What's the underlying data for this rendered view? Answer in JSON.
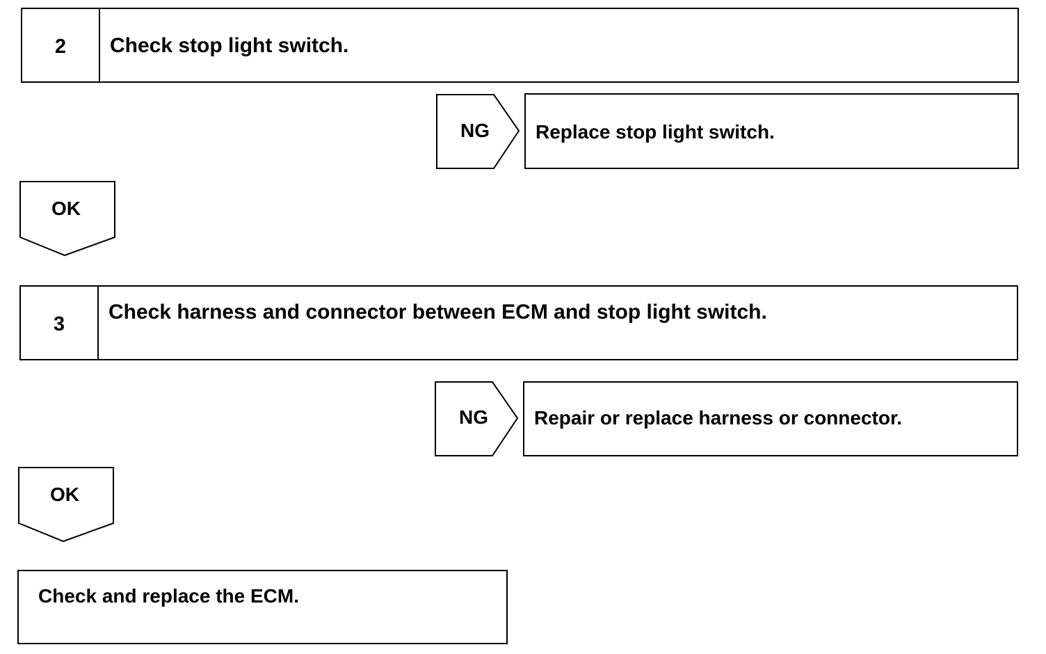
{
  "steps": [
    {
      "number": "2",
      "text": "Check stop light switch."
    },
    {
      "number": "3",
      "text": "Check harness and connector between ECM and stop light switch."
    }
  ],
  "branches": [
    {
      "ng_label": "NG",
      "ng_action": "Replace stop light switch.",
      "ok_label": "OK"
    },
    {
      "ng_label": "NG",
      "ng_action": "Repair or replace harness or connector.",
      "ok_label": "OK"
    }
  ],
  "final_action": "Check and replace the ECM."
}
